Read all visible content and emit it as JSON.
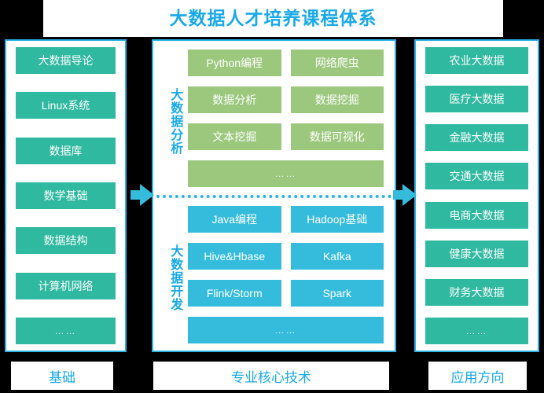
{
  "title": "大数据人才培养课程体系",
  "colors": {
    "accent_blue": "#17a9e8",
    "border_blue": "#2bb3e3",
    "teal_chip": "#2fb9a0",
    "green_chip": "#9bc87d",
    "cyan_chip": "#35bcdc",
    "page_background": "#000000",
    "panel_background": "#ffffff"
  },
  "columns": {
    "basics": {
      "footer_label": "基础",
      "items": [
        "大数据导论",
        "Linux系统",
        "数据库",
        "数学基础",
        "数据结构",
        "计算机网络",
        "……"
      ]
    },
    "core": {
      "footer_label": "专业核心技术",
      "groups": [
        {
          "label": "大数据分析",
          "items": [
            "Python编程",
            "网络爬虫",
            "数据分析",
            "数据挖掘",
            "文本挖掘",
            "数据可视化"
          ],
          "more": "……"
        },
        {
          "label": "大数据开发",
          "items": [
            "Java编程",
            "Hadoop基础",
            "Hive&Hbase",
            "Kafka",
            "Flink/Storm",
            "Spark"
          ],
          "more": "……"
        }
      ]
    },
    "apps": {
      "footer_label": "应用方向",
      "items": [
        "农业大数据",
        "医疗大数据",
        "金融大数据",
        "交通大数据",
        "电商大数据",
        "健康大数据",
        "财务大数据",
        "……"
      ]
    }
  }
}
